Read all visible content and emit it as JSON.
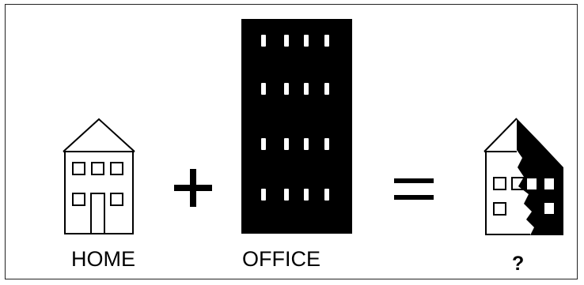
{
  "labels": {
    "home": "HOME",
    "office": "OFFICE",
    "result": "?"
  },
  "operators": [
    "plus",
    "equals"
  ],
  "icons": [
    "house-icon",
    "office-building-icon",
    "half-house-half-office-icon"
  ],
  "colors": {
    "ink": "#000000",
    "background": "#ffffff"
  }
}
